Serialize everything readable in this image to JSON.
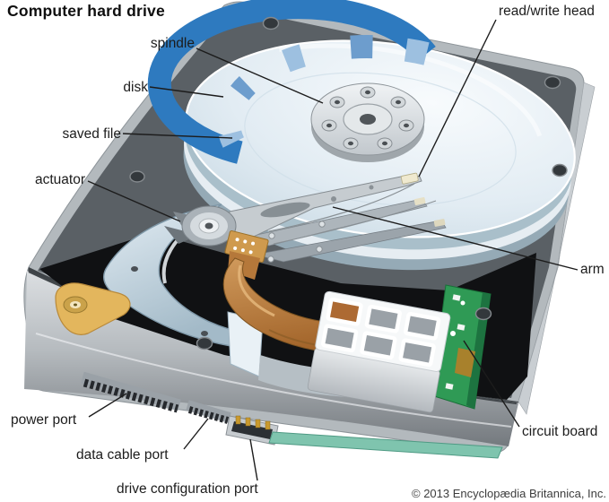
{
  "figure": {
    "title": "Computer hard drive",
    "credit": "© 2013 Encyclopædia Britannica, Inc."
  },
  "labels": {
    "spindle": "spindle",
    "disk": "disk",
    "saved_file": "saved file",
    "actuator": "actuator",
    "read_write_head": "read/write head",
    "arm": "arm",
    "circuit_board": "circuit board",
    "power_port": "power port",
    "data_cable_port": "data cable port",
    "drive_configuration_port": "drive configuration port"
  },
  "colors": {
    "label_text": "#1c1c1c",
    "leader_line": "#1c1c1c",
    "case_light_gray": "#b3b9bd",
    "frame_dark_gray": "#5a6065",
    "interior_black": "#101113",
    "platter_blue": "#dbe8f0",
    "saved_file_blue": "#2e7abf",
    "saved_file_blue_light": "#9dc0e0",
    "copper_ribbon": "#b5783a",
    "magnet_gold": "#e3b65d",
    "pcb_green": "#2f9a55",
    "pcb_edge_teal": "#7fc4ae"
  }
}
